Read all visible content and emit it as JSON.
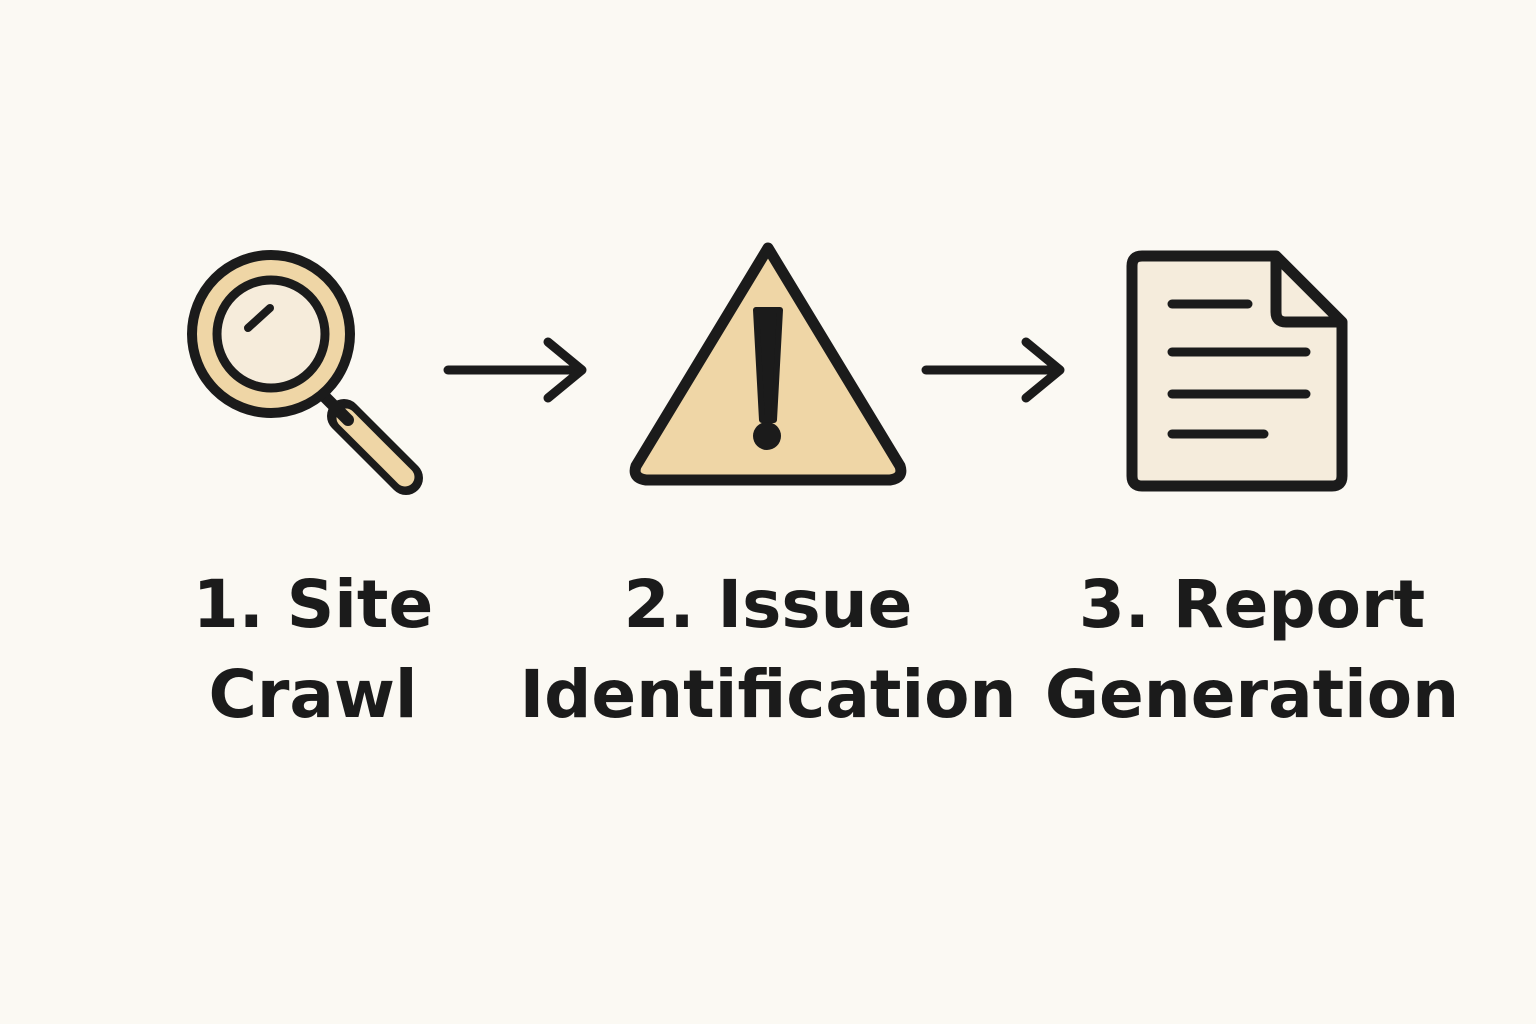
{
  "colors": {
    "background": "#fbf9f3",
    "ink": "#1b1b1b",
    "fill_tan": "#efd6a6",
    "fill_light": "#f6ecdb",
    "paper": "#f5ecdc"
  },
  "steps": [
    {
      "icon": "magnifying-glass-icon",
      "line1": "1. Site",
      "line2": "Crawl"
    },
    {
      "icon": "warning-triangle-icon",
      "line1": "2. Issue",
      "line2": "Identification"
    },
    {
      "icon": "document-icon",
      "line1": "3. Report",
      "line2": "Generation"
    }
  ],
  "connectors": [
    {
      "icon": "arrow-right-icon"
    },
    {
      "icon": "arrow-right-icon"
    }
  ]
}
